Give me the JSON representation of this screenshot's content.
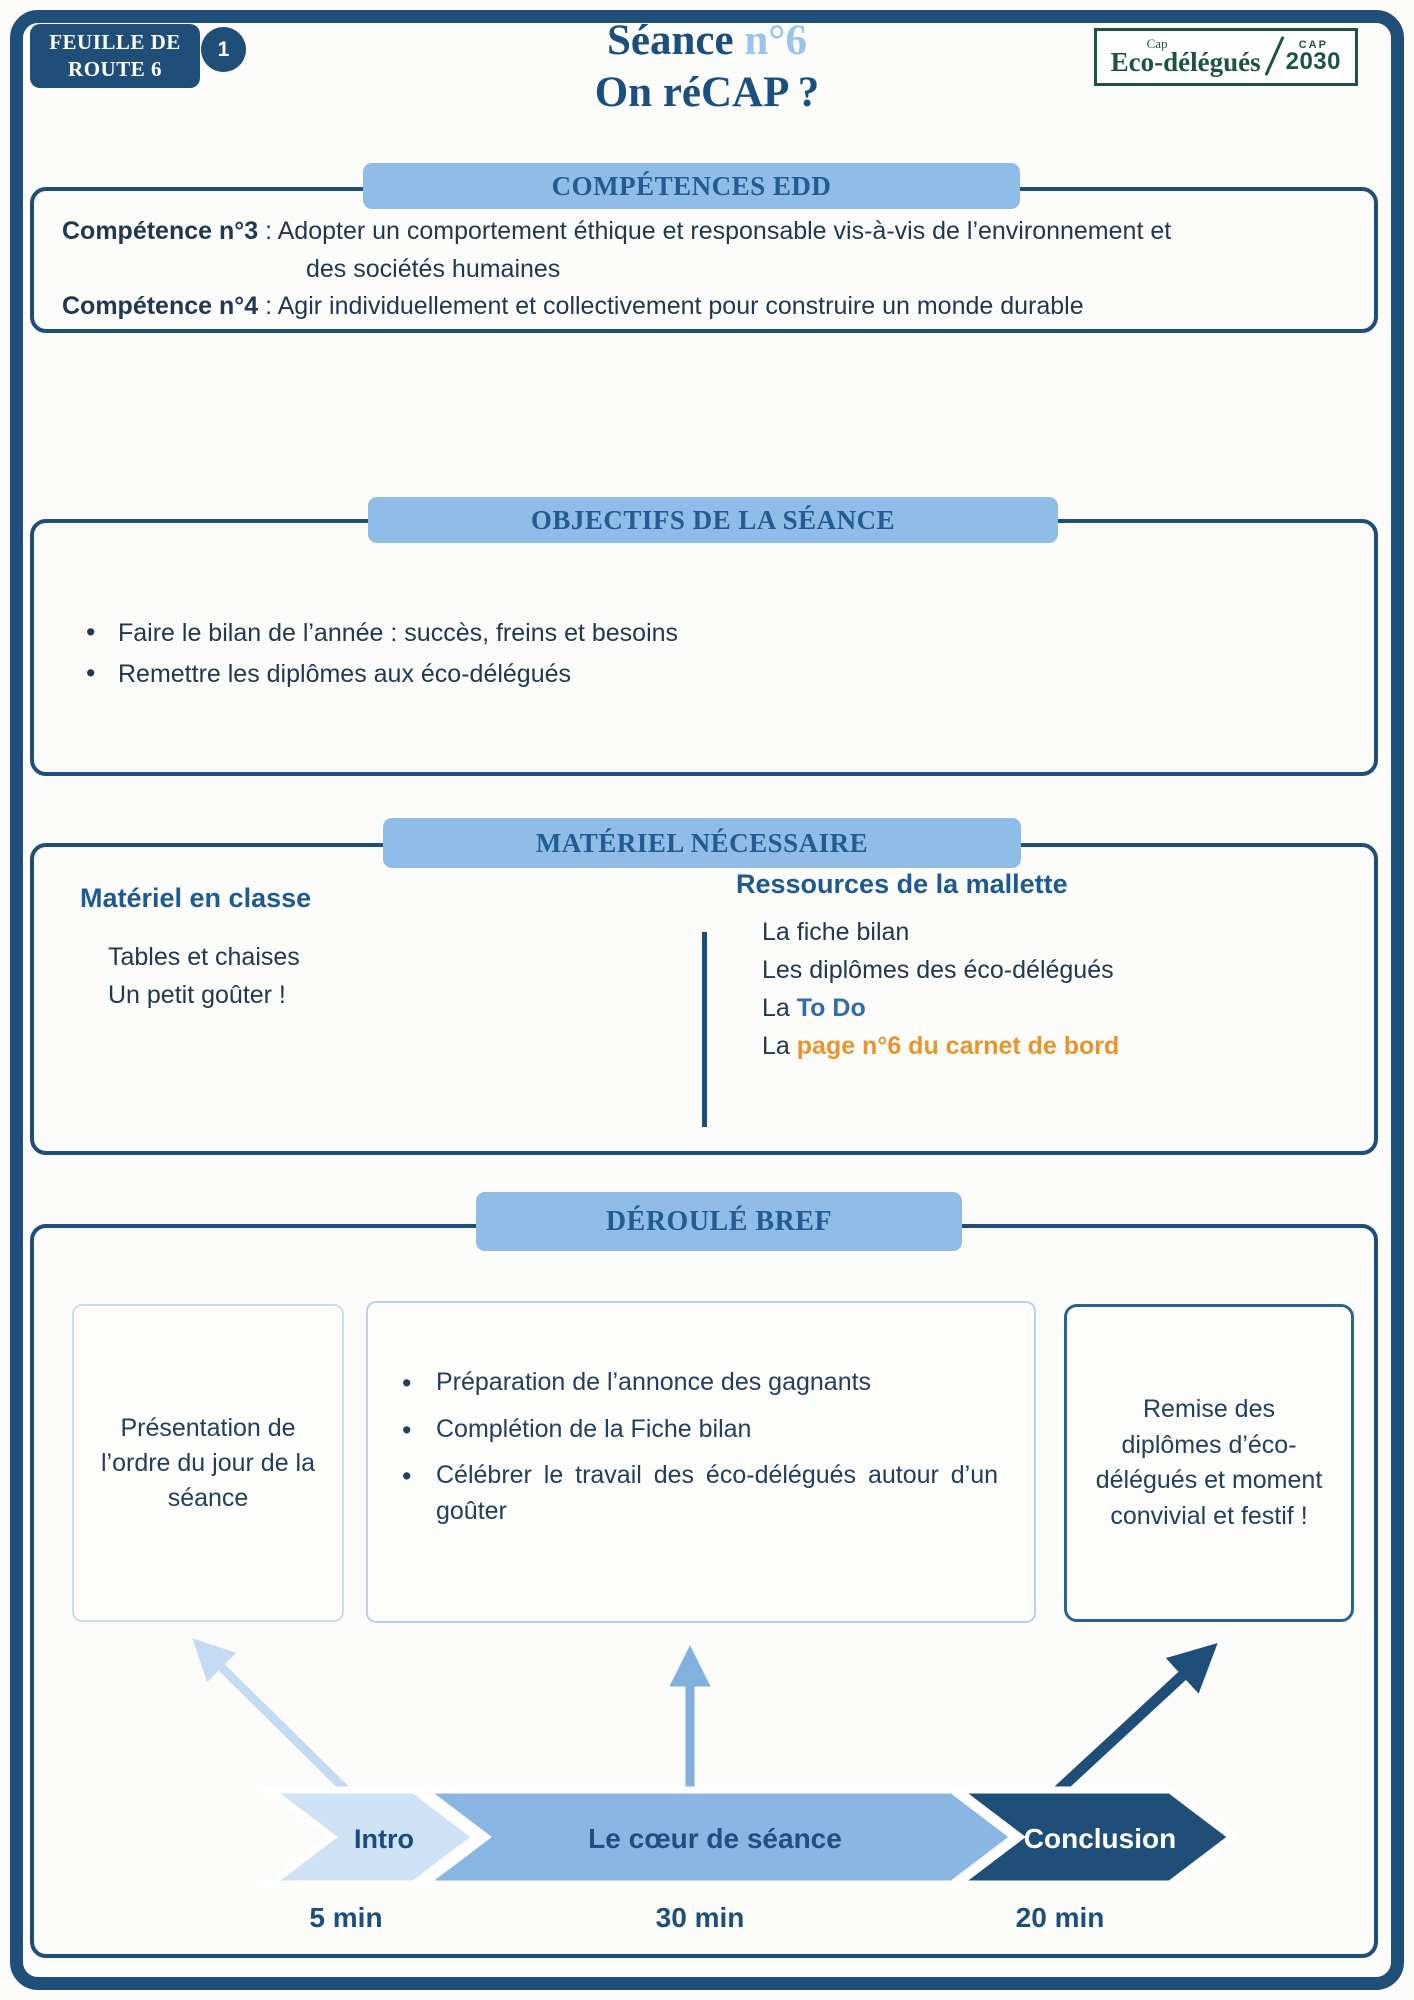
{
  "page": {
    "badge": {
      "line1": "FEUILLE DE",
      "line2": "ROUTE 6",
      "number": "1"
    },
    "title": {
      "prefix": "Séance ",
      "highlight": "n°6",
      "subtitle": "On réCAP ?"
    },
    "logo": {
      "cap": "Cap",
      "name": "Eco-délégués",
      "cap2030_top": "CAP",
      "cap2030_bottom": "2030"
    }
  },
  "competences": {
    "header": "COMPÉTENCES EDD",
    "item1_label": "Compétence n°3",
    "item1_sep": " : ",
    "item1_text": "Adopter un comportement éthique et responsable vis-à-vis de l’environnement  et",
    "item1_text2": "des sociétés humaines",
    "item2_label": "Compétence n°4",
    "item2_sep": " : ",
    "item2_text": "Agir individuellement et collectivement pour construire un monde durable"
  },
  "objectifs": {
    "header": "OBJECTIFS DE LA SÉANCE",
    "items": [
      "Faire le bilan de l’année : succès, freins et besoins",
      "Remettre les diplômes aux éco-délégués"
    ]
  },
  "materiel": {
    "header": "MATÉRIEL NÉCESSAIRE",
    "classe_title": "Matériel en classe",
    "classe_items": [
      "Tables et chaises",
      "Un petit goûter !"
    ],
    "mallette_title": "Ressources de la mallette",
    "mallette_items": [
      {
        "text": "La fiche bilan"
      },
      {
        "text": "Les diplômes des éco-délégués"
      },
      {
        "prefix": "La ",
        "strong": "To Do"
      },
      {
        "prefix": "La ",
        "strong": "page n°6 du carnet de bord"
      }
    ]
  },
  "deroule": {
    "header": "DÉROULÉ BREF",
    "step1": "Présentation de l’ordre du jour de la séance",
    "step2_bullets": [
      "Préparation de l’annonce des gagnants",
      "Complétion de la Fiche bilan",
      "Célébrer le travail des éco-délégués autour d’un goûter"
    ],
    "step3": "Remise des diplômes d’éco-délégués et moment convivial et festif !",
    "timeline": [
      {
        "label": "Intro",
        "duration": "5 min"
      },
      {
        "label": "Le cœur de séance",
        "duration": "30 min"
      },
      {
        "label": "Conclusion",
        "duration": "20 min"
      }
    ]
  },
  "colors": {
    "navy": "#1f4e79",
    "band_blue": "#8fbde8",
    "band_text": "#235c8e",
    "body_text": "#22384f",
    "heading_blue": "#1d5a92",
    "accent_blue": "#2f6da8",
    "accent_orange": "#e8942f",
    "chevron_light": "#d0e3f6",
    "chevron_mid": "#8ab6e3",
    "title_highlight": "#9cc3ec",
    "logo_green": "#1d5347"
  }
}
